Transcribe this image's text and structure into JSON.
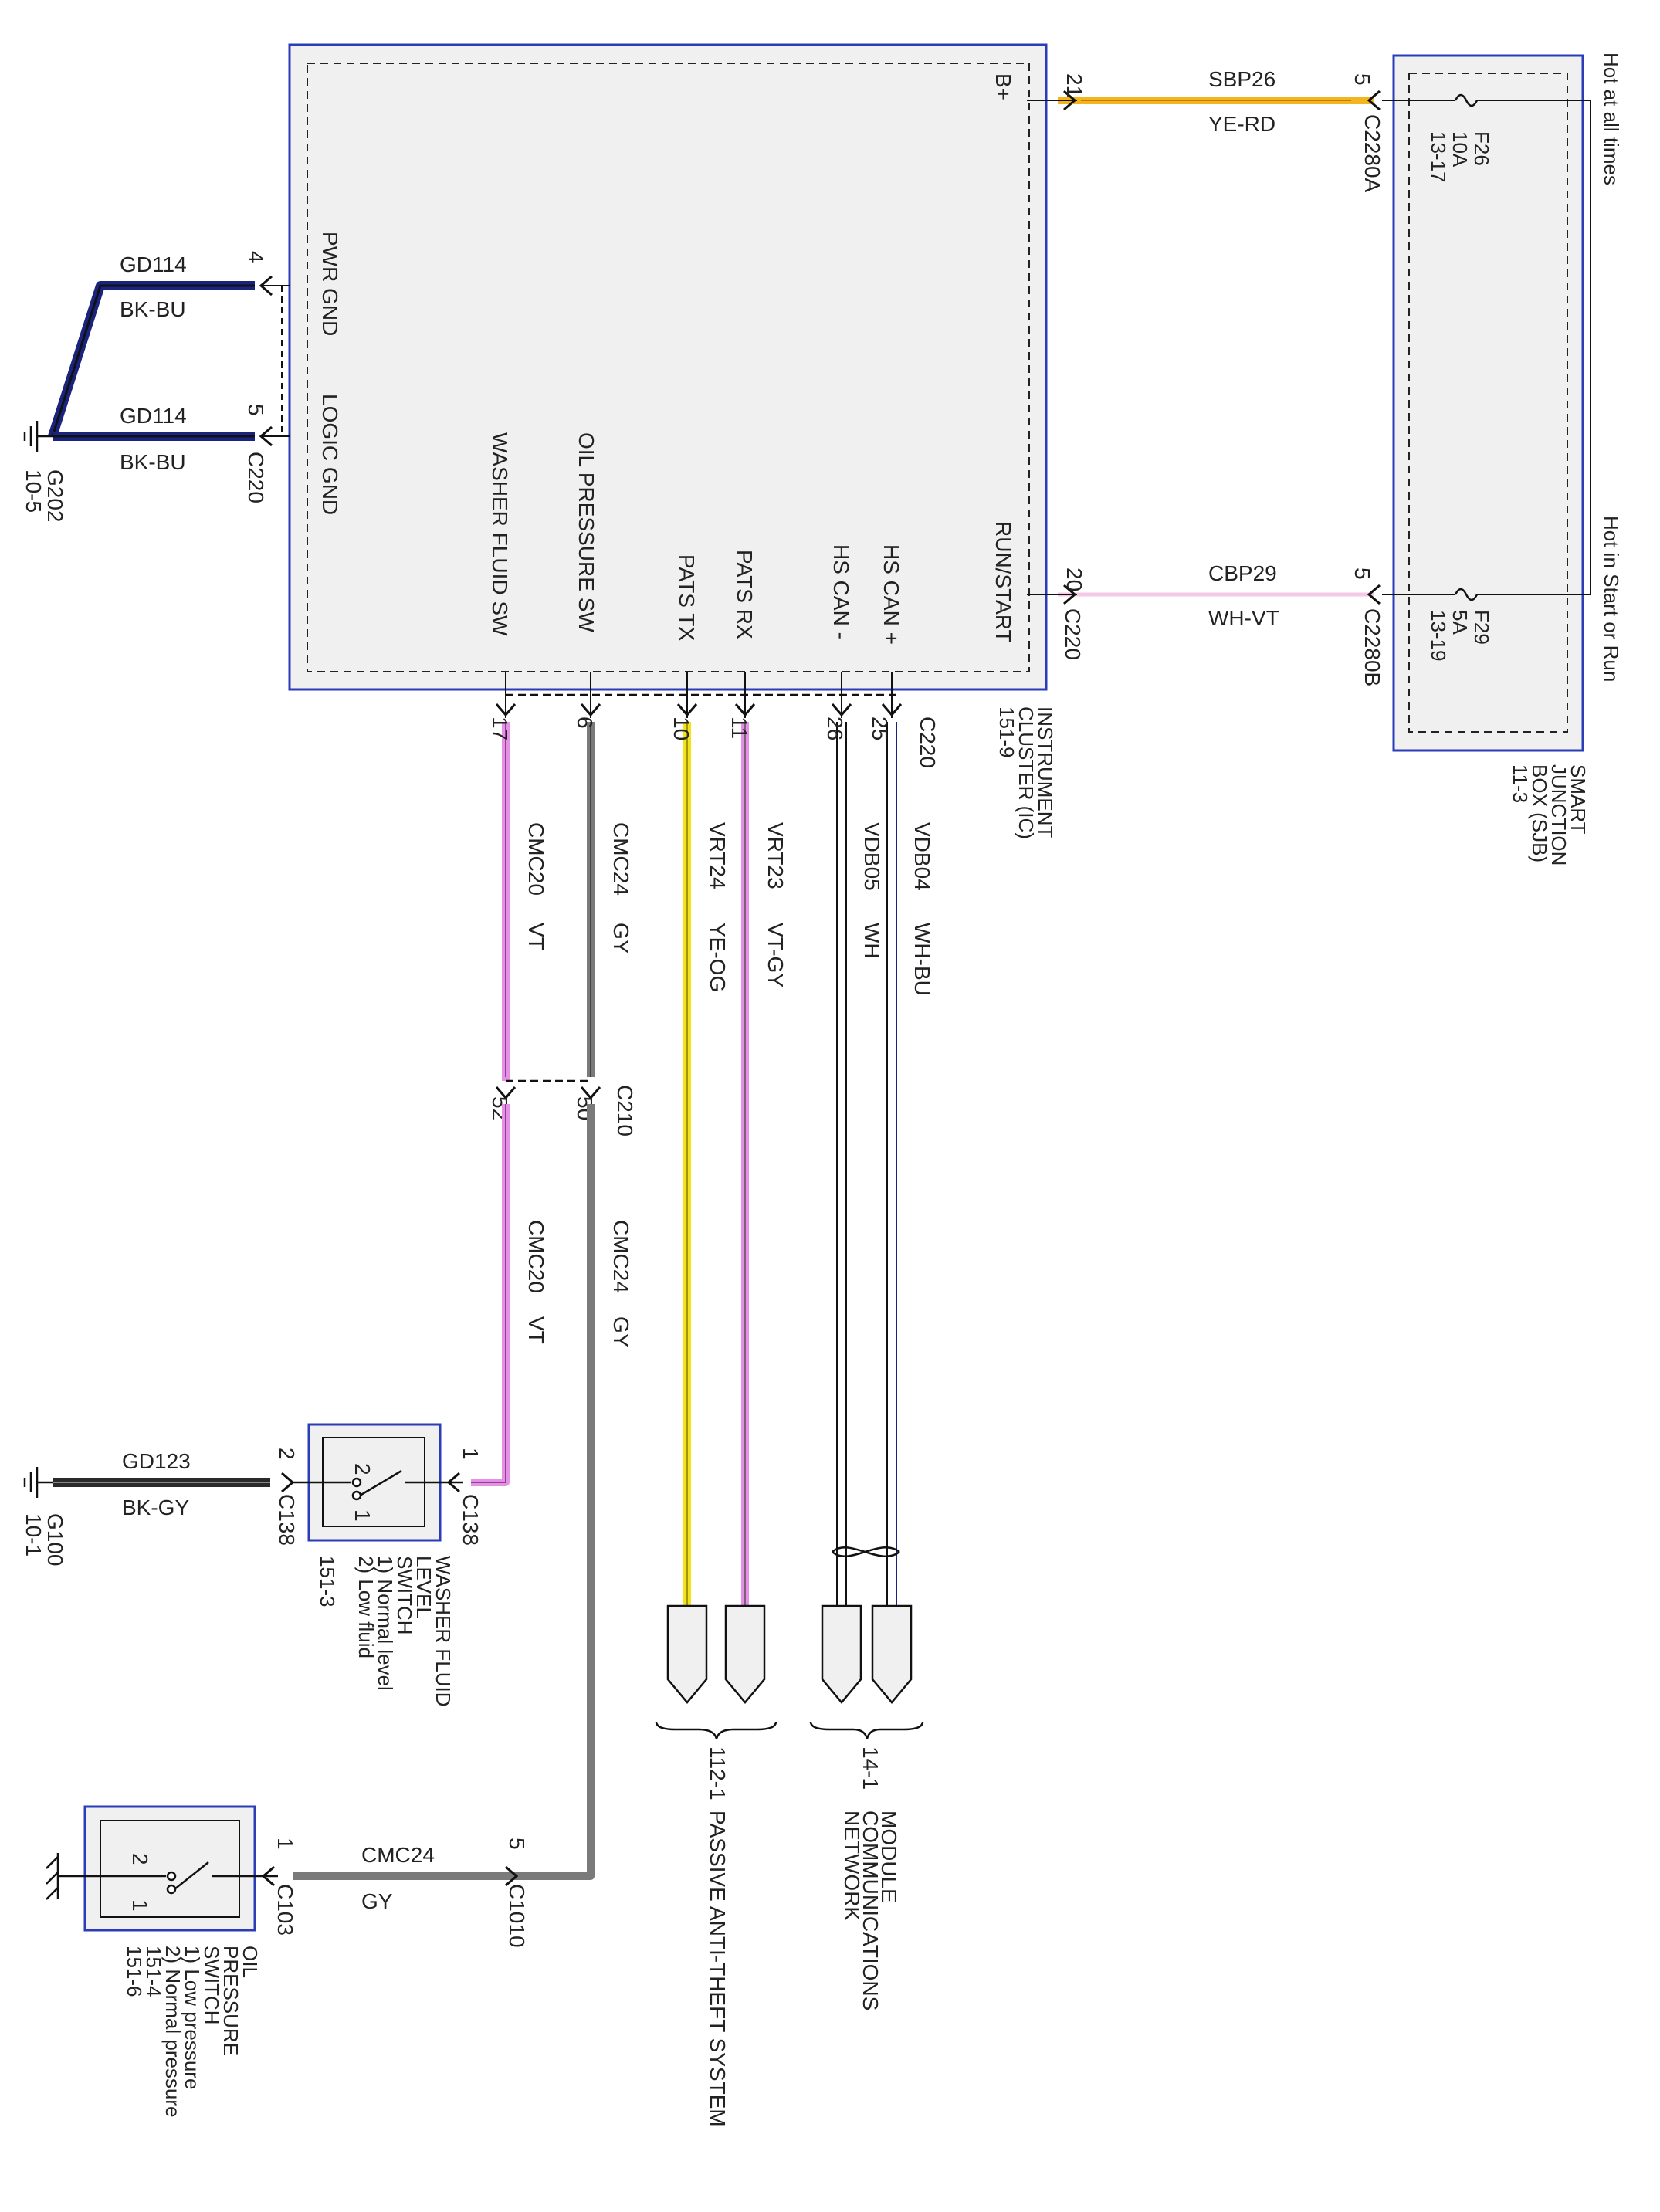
{
  "labels": {
    "hot_all": "Hot at all times",
    "hot_run": "Hot in Start or Run",
    "sjb": [
      "SMART",
      "JUNCTION",
      "BOX (SJB)",
      "11-3"
    ],
    "ic": [
      "INSTRUMENT",
      "CLUSTER (IC)",
      "151-9"
    ],
    "pin_bplus": "B+",
    "pin_runstart": "RUN/START",
    "pin_pwrgnd": "PWR GND",
    "pin_logicgnd": "LOGIC GND",
    "pin_washer": "WASHER FLUID SW",
    "pin_oil": "OIL PRESSURE SW",
    "pin_patstx": "PATS TX",
    "pin_patsrx": "PATS RX",
    "pin_hscanm": "HS CAN -",
    "pin_hscanp": "HS CAN +",
    "f26": [
      "F26",
      "10A",
      "13-17"
    ],
    "f29": [
      "F29",
      "5A",
      "13-19"
    ],
    "c2280a": "C2280A",
    "c2280b": "C2280B",
    "c220": "C220",
    "c210": "C210",
    "c138": "C138",
    "c103": "C103",
    "c1010": "C1010",
    "sbp26": "SBP26",
    "ye_rd": "YE-RD",
    "cbp29": "CBP29",
    "wh_vt": "WH-VT",
    "gd114": "GD114",
    "bk_bu": "BK-BU",
    "g202": [
      "G202",
      "10-5"
    ],
    "gd123": "GD123",
    "bk_gy": "BK-GY",
    "g100": [
      "G100",
      "10-1"
    ],
    "cmc20": "CMC20",
    "vt": "VT",
    "cmc24": "CMC24",
    "gy": "GY",
    "vrt24": "VRT24",
    "ye_og": "YE-OG",
    "vrt23": "VRT23",
    "vt_gy": "VT-GY",
    "vdb05": "VDB05",
    "wh": "WH",
    "vdb04": "VDB04",
    "wh_bu": "WH-BU",
    "washer_sw": [
      "WASHER FLUID",
      "LEVEL",
      "SWITCH",
      "1) Normal level",
      "2) Low fluid",
      "151-3"
    ],
    "oil_sw": [
      "OIL",
      "PRESSURE",
      "SWITCH",
      "1) Low pressure",
      "2) Normal pressure",
      "151-4",
      "151-6"
    ],
    "pats_ref": "112-1",
    "pats_name": "PASSIVE ANTI-THEFT SYSTEM",
    "mcn_ref": "14-1",
    "mcn_name": [
      "MODULE",
      "COMMUNICATIONS",
      "NETWORK"
    ],
    "p21": "21",
    "p20": "20",
    "p5": "5",
    "p4": "4",
    "p17": "17",
    "p6": "6",
    "p10": "10",
    "p11": "11",
    "p26": "26",
    "p25": "25",
    "p52": "52",
    "p50": "50",
    "p1": "1",
    "p2": "2"
  },
  "colors": {
    "frame": "#2a3cb8",
    "fill": "#f0f0f0",
    "wire_black": "#111111",
    "wire_gray": "#7a7a7a",
    "wire_violet": "#e68fe6",
    "wire_yellow": "#f5e31a",
    "wire_yellow_red": "#f2b51f",
    "wire_blue": "#1a237e",
    "wire_pink_light": "#f3c9e6"
  }
}
